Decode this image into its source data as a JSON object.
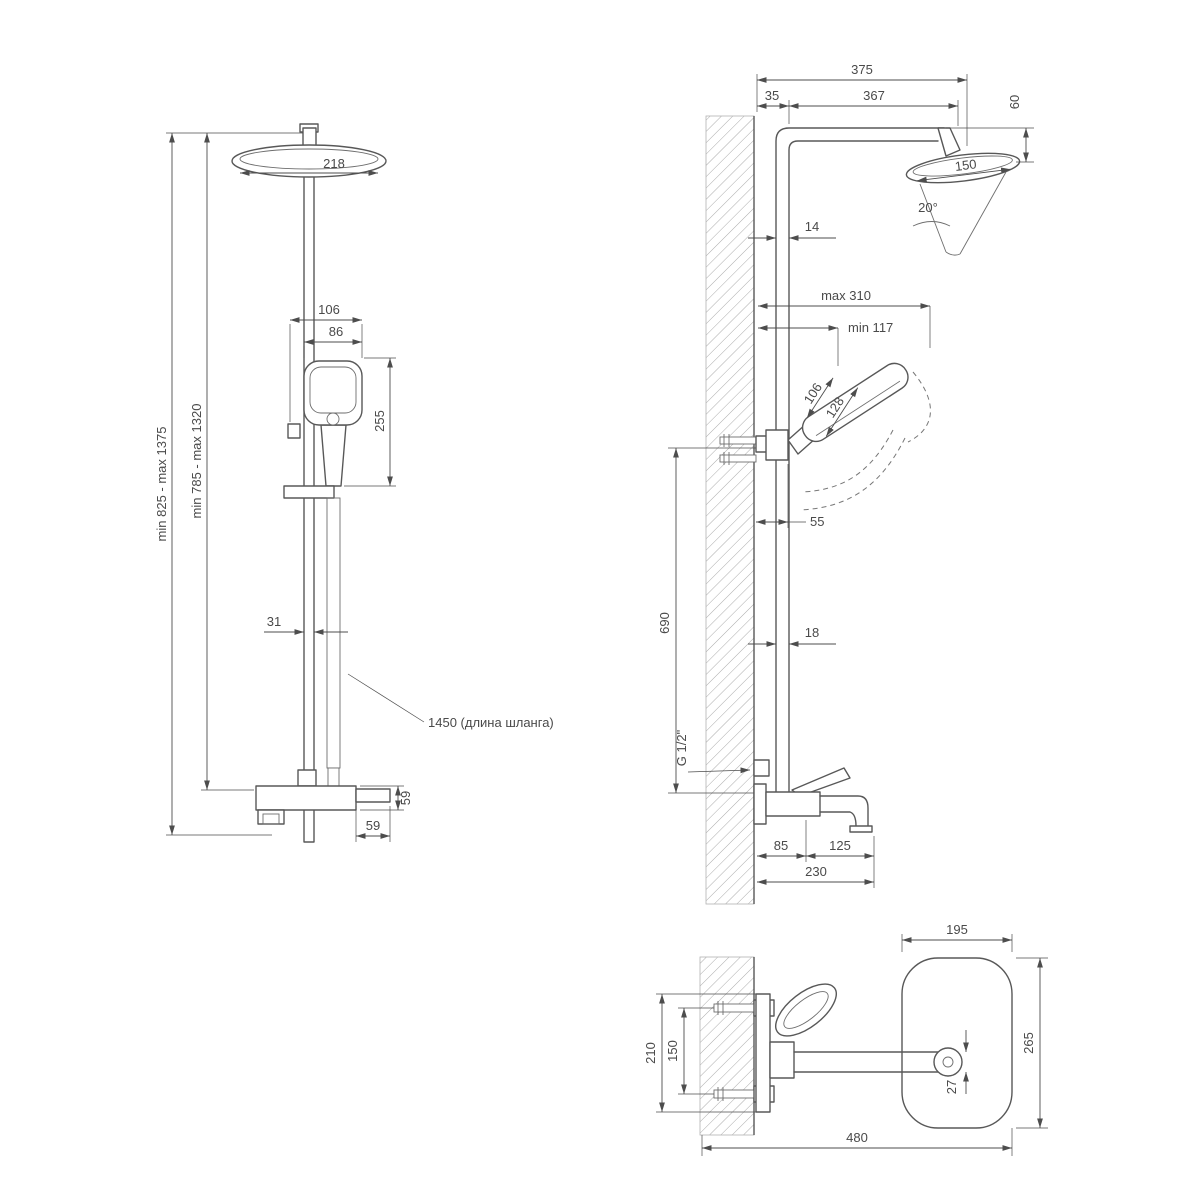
{
  "front_view": {
    "overall_height_outer": "min 825 - max 1375",
    "overall_height_inner": "min 785 - max 1320",
    "head_diameter": "218",
    "handshower_width_outer": "106",
    "handshower_width": "86",
    "handshower_length": "255",
    "bar_width": "31",
    "hose_length_label": "1450 (длина шланга)",
    "spout_height": "59",
    "spout_length": "59"
  },
  "side_view": {
    "arm_total": "375",
    "wall_to_pipe": "35",
    "arm_length": "367",
    "head_drop": "60",
    "head_depth": "150",
    "tilt_angle": "20°",
    "pipe_depth_top": "14",
    "reach_max": "max 310",
    "reach_min": "min 117",
    "handshower_dim_a": "106",
    "handshower_dim_b": "128",
    "bracket_depth": "55",
    "inlet_height": "690",
    "pipe_depth_bottom": "18",
    "thread": "G 1/2\"",
    "spout_seg_a": "85",
    "spout_seg_b": "125",
    "spout_total": "230"
  },
  "top_view": {
    "tray_width": "195",
    "tray_depth": "265",
    "spout_offset": "27",
    "total_width": "480",
    "plate_height": "210",
    "holes_spacing": "150"
  }
}
